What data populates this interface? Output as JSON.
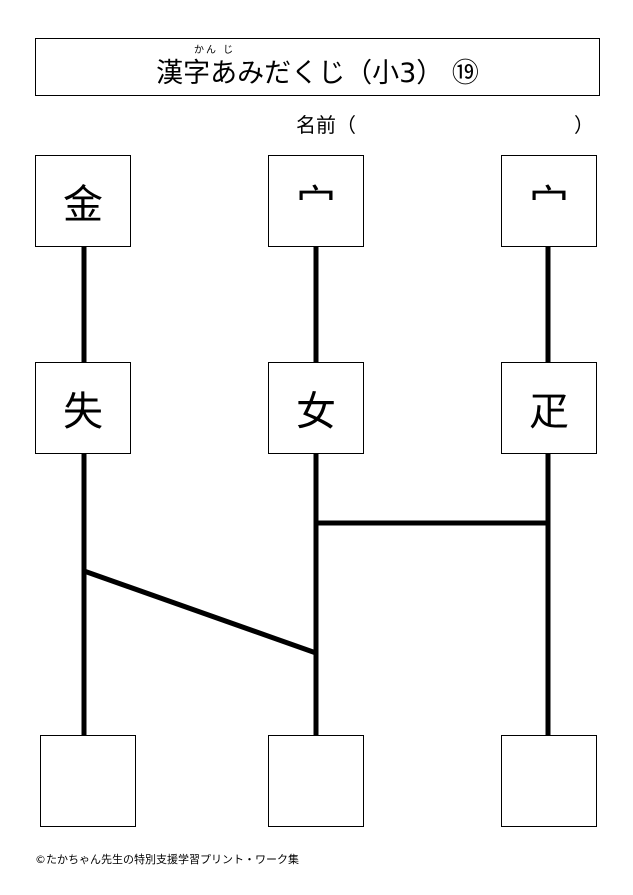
{
  "header": {
    "ruby": "かん じ",
    "title": "漢字あみだくじ（小3）",
    "number": "⑲"
  },
  "name_field": {
    "label": "名前（",
    "close": "）"
  },
  "top_cells": [
    "金",
    "宀",
    "宀"
  ],
  "middle_cells": [
    "失",
    "女",
    "疋"
  ],
  "bottom_cells": [
    "",
    "",
    ""
  ],
  "footer": "©たかちゃん先生の特別支援学習プリント・ワーク集"
}
